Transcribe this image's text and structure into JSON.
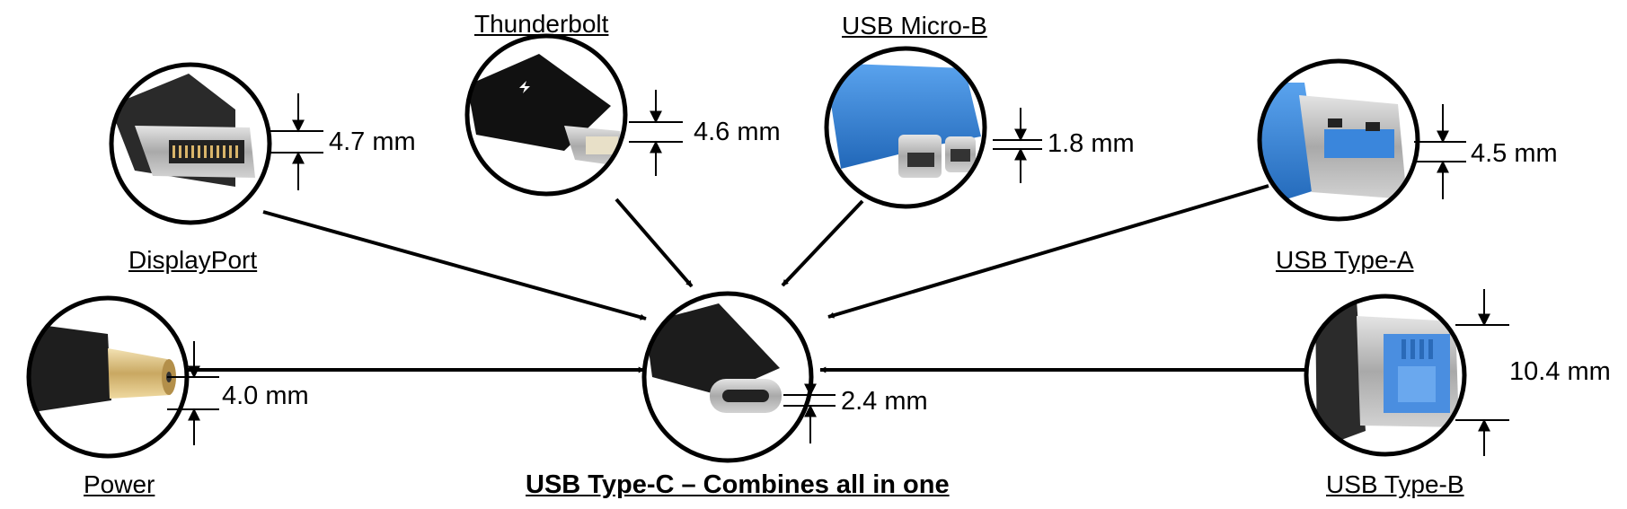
{
  "center": {
    "title": "USB Type-C – Combines all in one",
    "dimension": "2.4 mm",
    "connector_color": "#1c1c1c"
  },
  "connectors": [
    {
      "id": "displayport",
      "name": "DisplayPort",
      "dimension": "4.7 mm",
      "color": "#2a2a2a"
    },
    {
      "id": "thunderbolt",
      "name": "Thunderbolt",
      "dimension": "4.6 mm",
      "color": "#111111"
    },
    {
      "id": "usb-micro-b",
      "name": "USB Micro-B",
      "dimension": "1.8 mm",
      "color": "#2f7fd6"
    },
    {
      "id": "usb-type-a",
      "name": "USB Type-A",
      "dimension": "4.5 mm",
      "color": "#3a86dc"
    },
    {
      "id": "power",
      "name": "Power",
      "dimension": "4.0 mm",
      "color": "#1e1e1e"
    },
    {
      "id": "usb-type-b",
      "name": "USB Type-B",
      "dimension": "10.4 mm",
      "color": "#4a8ee0"
    }
  ]
}
